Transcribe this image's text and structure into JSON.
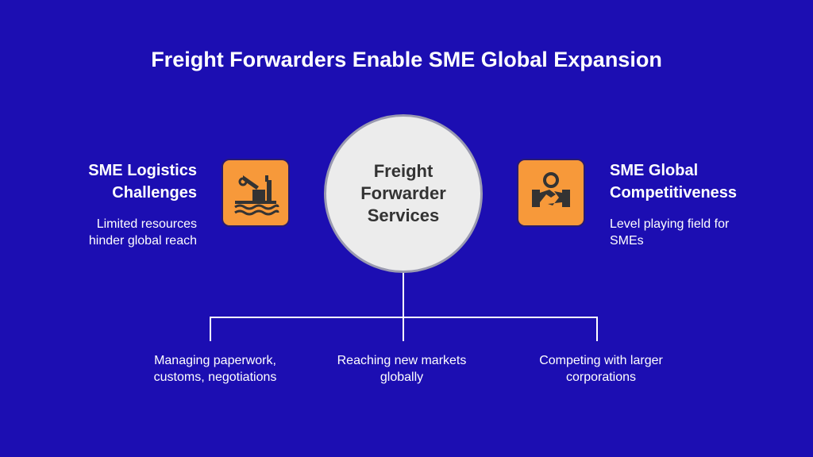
{
  "title": "Freight Forwarders Enable SME Global Expansion",
  "center": {
    "line1": "Freight",
    "line2": "Forwarder",
    "line3": "Services"
  },
  "left": {
    "title1": "SME Logistics",
    "title2": "Challenges",
    "desc1": "Limited resources",
    "desc2": "hinder global reach",
    "icon": "port-crane-icon"
  },
  "right": {
    "title1": "SME Global",
    "title2": "Competitiveness",
    "desc1": "Level playing field for",
    "desc2": "SMEs",
    "icon": "handshake-globe-icon"
  },
  "branches": [
    {
      "line1": "Managing paperwork,",
      "line2": "customs, negotiations"
    },
    {
      "line1": "Reaching new markets",
      "line2": "globally"
    },
    {
      "line1": "Competing with larger",
      "line2": "corporations"
    }
  ],
  "colors": {
    "background": "#1c0eb2",
    "accent": "#f7993a",
    "circle": "#ececec"
  }
}
